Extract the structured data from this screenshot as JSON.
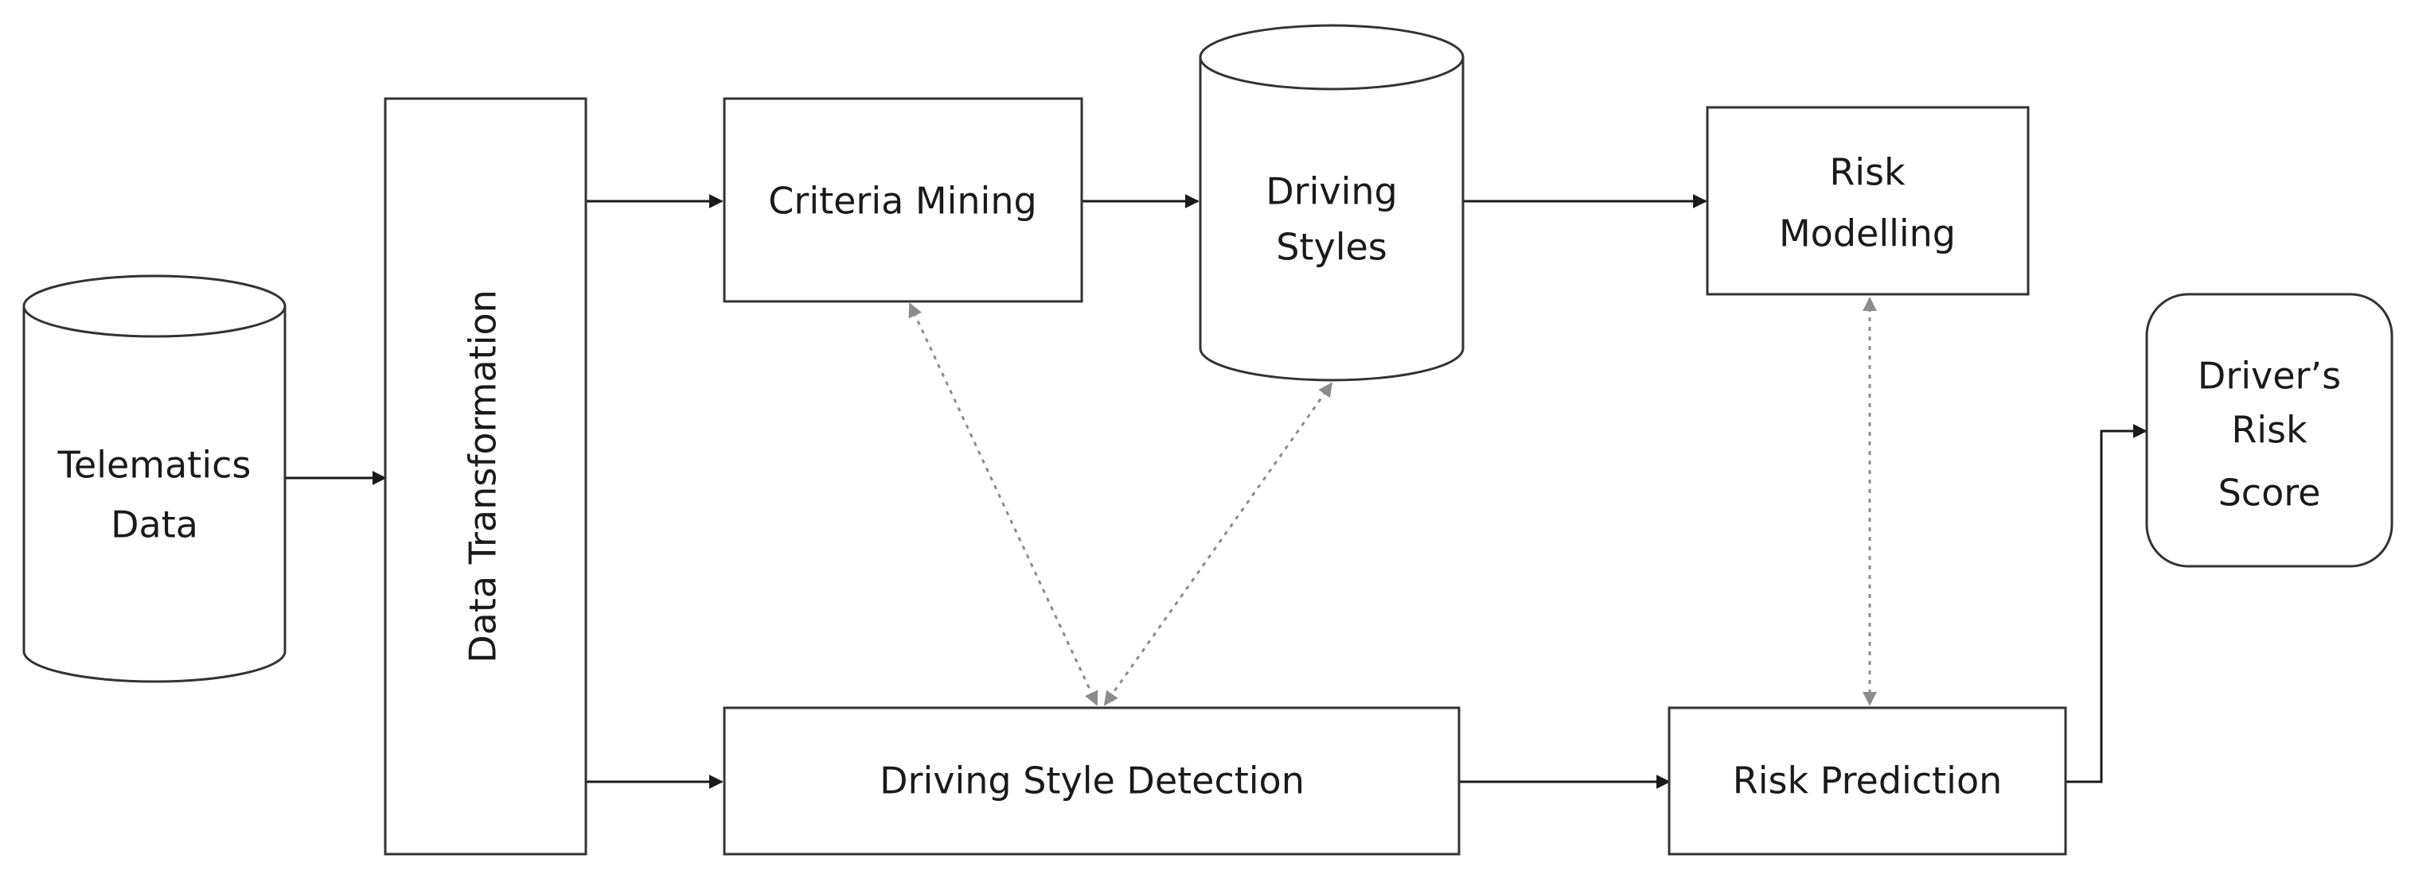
{
  "nodes": {
    "telematics_data": {
      "line1": "Telematics",
      "line2": "Data",
      "shape": "cylinder"
    },
    "data_transformation": {
      "label": "Data Transformation",
      "shape": "rectangle",
      "orientation": "vertical"
    },
    "criteria_mining": {
      "label": "Criteria Mining",
      "shape": "rectangle"
    },
    "driving_styles": {
      "line1": "Driving",
      "line2": "Styles",
      "shape": "cylinder"
    },
    "risk_modelling": {
      "line1": "Risk",
      "line2": "Modelling",
      "shape": "rectangle"
    },
    "drivers_risk_score": {
      "line1": "Driver’s",
      "line2": "Risk",
      "line3": "Score",
      "shape": "rounded-rectangle"
    },
    "driving_style_detection": {
      "label": "Driving Style Detection",
      "shape": "rectangle"
    },
    "risk_prediction": {
      "label": "Risk Prediction",
      "shape": "rectangle"
    }
  },
  "edges": [
    {
      "from": "telematics_data",
      "to": "data_transformation",
      "style": "solid"
    },
    {
      "from": "data_transformation",
      "to": "criteria_mining",
      "style": "solid"
    },
    {
      "from": "data_transformation",
      "to": "driving_style_detection",
      "style": "solid"
    },
    {
      "from": "criteria_mining",
      "to": "driving_styles",
      "style": "solid"
    },
    {
      "from": "driving_styles",
      "to": "risk_modelling",
      "style": "solid"
    },
    {
      "from": "driving_style_detection",
      "to": "risk_prediction",
      "style": "solid"
    },
    {
      "from": "risk_prediction",
      "to": "drivers_risk_score",
      "style": "solid"
    },
    {
      "from": "criteria_mining",
      "to": "driving_style_detection",
      "style": "dotted",
      "bidirectional": true
    },
    {
      "from": "driving_styles",
      "to": "driving_style_detection",
      "style": "dotted",
      "bidirectional": true
    },
    {
      "from": "risk_modelling",
      "to": "risk_prediction",
      "style": "dotted",
      "bidirectional": true
    }
  ],
  "colors": {
    "stroke": "#333333",
    "arrow_solid": "#1a1a1a",
    "arrow_dotted": "#8c8c8c",
    "background": "#ffffff"
  }
}
